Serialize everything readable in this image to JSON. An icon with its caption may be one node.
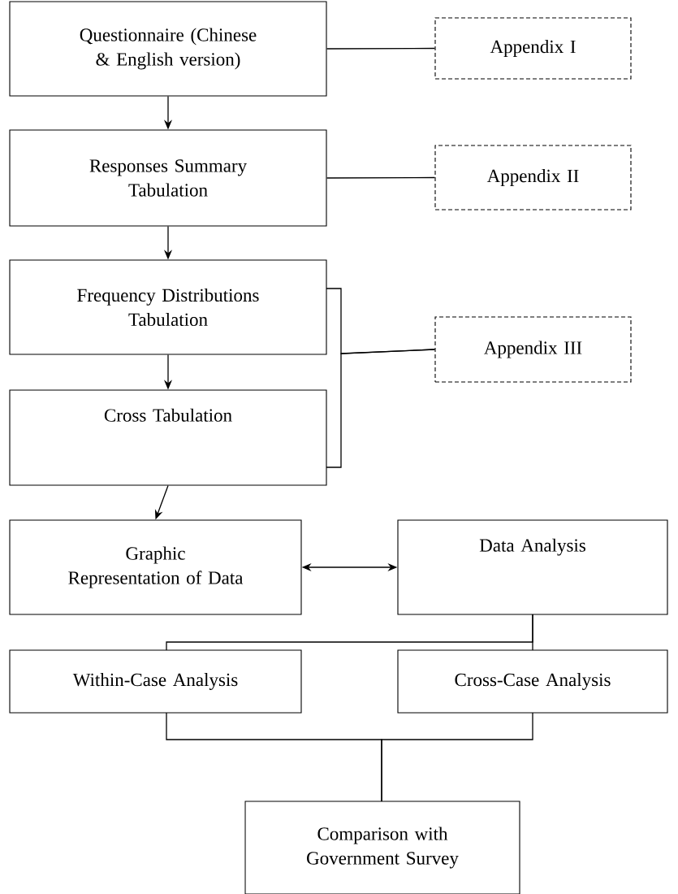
{
  "diagram": {
    "nodes": [
      {
        "text": [
          "Questionnaire (Chinese & English version)"
        ]
      },
      {
        "text": [
          "Appendix I"
        ]
      },
      {
        "text": [
          "Responses Summary Tabulation"
        ]
      },
      {
        "text": [
          "Appendix II"
        ]
      },
      {
        "text": [
          "Frequency Distributions Tabulation"
        ]
      },
      {
        "text": [
          "Cross Tabulation"
        ]
      },
      {
        "text": [
          "Appendix III"
        ]
      },
      {
        "text": [
          "Graphic Representation of Data"
        ]
      },
      {
        "text": [
          "Data Analysis"
        ]
      },
      {
        "text": [
          "Within-Case Analysis"
        ]
      },
      {
        "text": [
          "Cross-Case Analysis"
        ]
      },
      {
        "text": [
          "Comparison with Government Survey"
        ]
      }
    ],
    "edges": [
      {
        "from": 0,
        "to": 1,
        "arrow": "none"
      },
      {
        "from": 0,
        "to": 2,
        "arrow": "to"
      },
      {
        "from": 2,
        "to": 3,
        "arrow": "none"
      },
      {
        "from": 2,
        "to": 4,
        "arrow": "to"
      },
      {
        "from": 4,
        "to": 6,
        "arrow": "none"
      },
      {
        "from": 5,
        "to": 6,
        "arrow": "none"
      },
      {
        "from": 4,
        "to": 5,
        "arrow": "to"
      },
      {
        "from": 5,
        "to": 7,
        "arrow": "to"
      },
      {
        "from": 7,
        "to": 8,
        "arrow": "both"
      },
      {
        "from": 8,
        "to": 9,
        "arrow": "none"
      },
      {
        "from": 8,
        "to": 10,
        "arrow": "none"
      },
      {
        "from": 9,
        "to": 11,
        "arrow": "none"
      },
      {
        "from": 10,
        "to": 11,
        "arrow": "none"
      }
    ]
  }
}
